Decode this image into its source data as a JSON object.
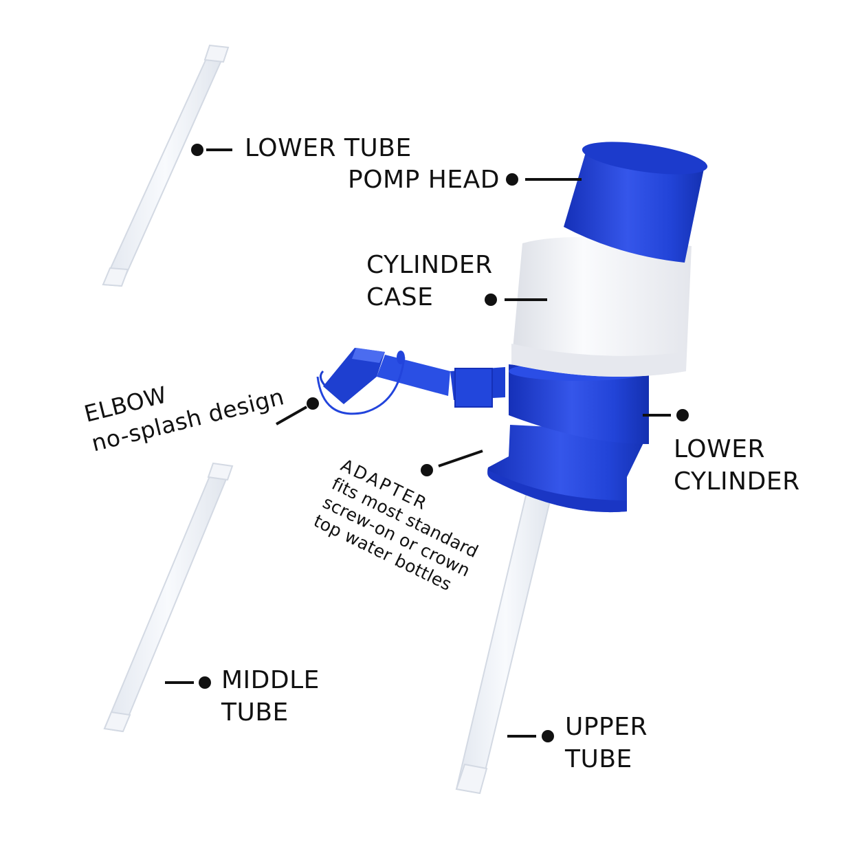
{
  "colors": {
    "pump_blue": "#1f3fd6",
    "pump_blue_dark": "#1530b8",
    "pump_blue_light": "#4b6cf0",
    "case_white": "#f1f2f5",
    "tube_white": "#ecf0f6",
    "text": "#111111"
  },
  "labels": {
    "lower_tube": "LOWER TUBE",
    "pomp_head": "POMP HEAD",
    "cylinder_case": [
      "CYLINDER",
      "CASE"
    ],
    "elbow": [
      "ELBOW",
      "no-splash design"
    ],
    "lower_cylinder": [
      "LOWER",
      "CYLINDER"
    ],
    "adapter": [
      "ADAPTER",
      "fits most standard",
      "screw-on or crown",
      "top water bottles"
    ],
    "middle_tube": [
      "MIDDLE",
      "TUBE"
    ],
    "upper_tube": [
      "UPPER",
      "TUBE"
    ]
  }
}
